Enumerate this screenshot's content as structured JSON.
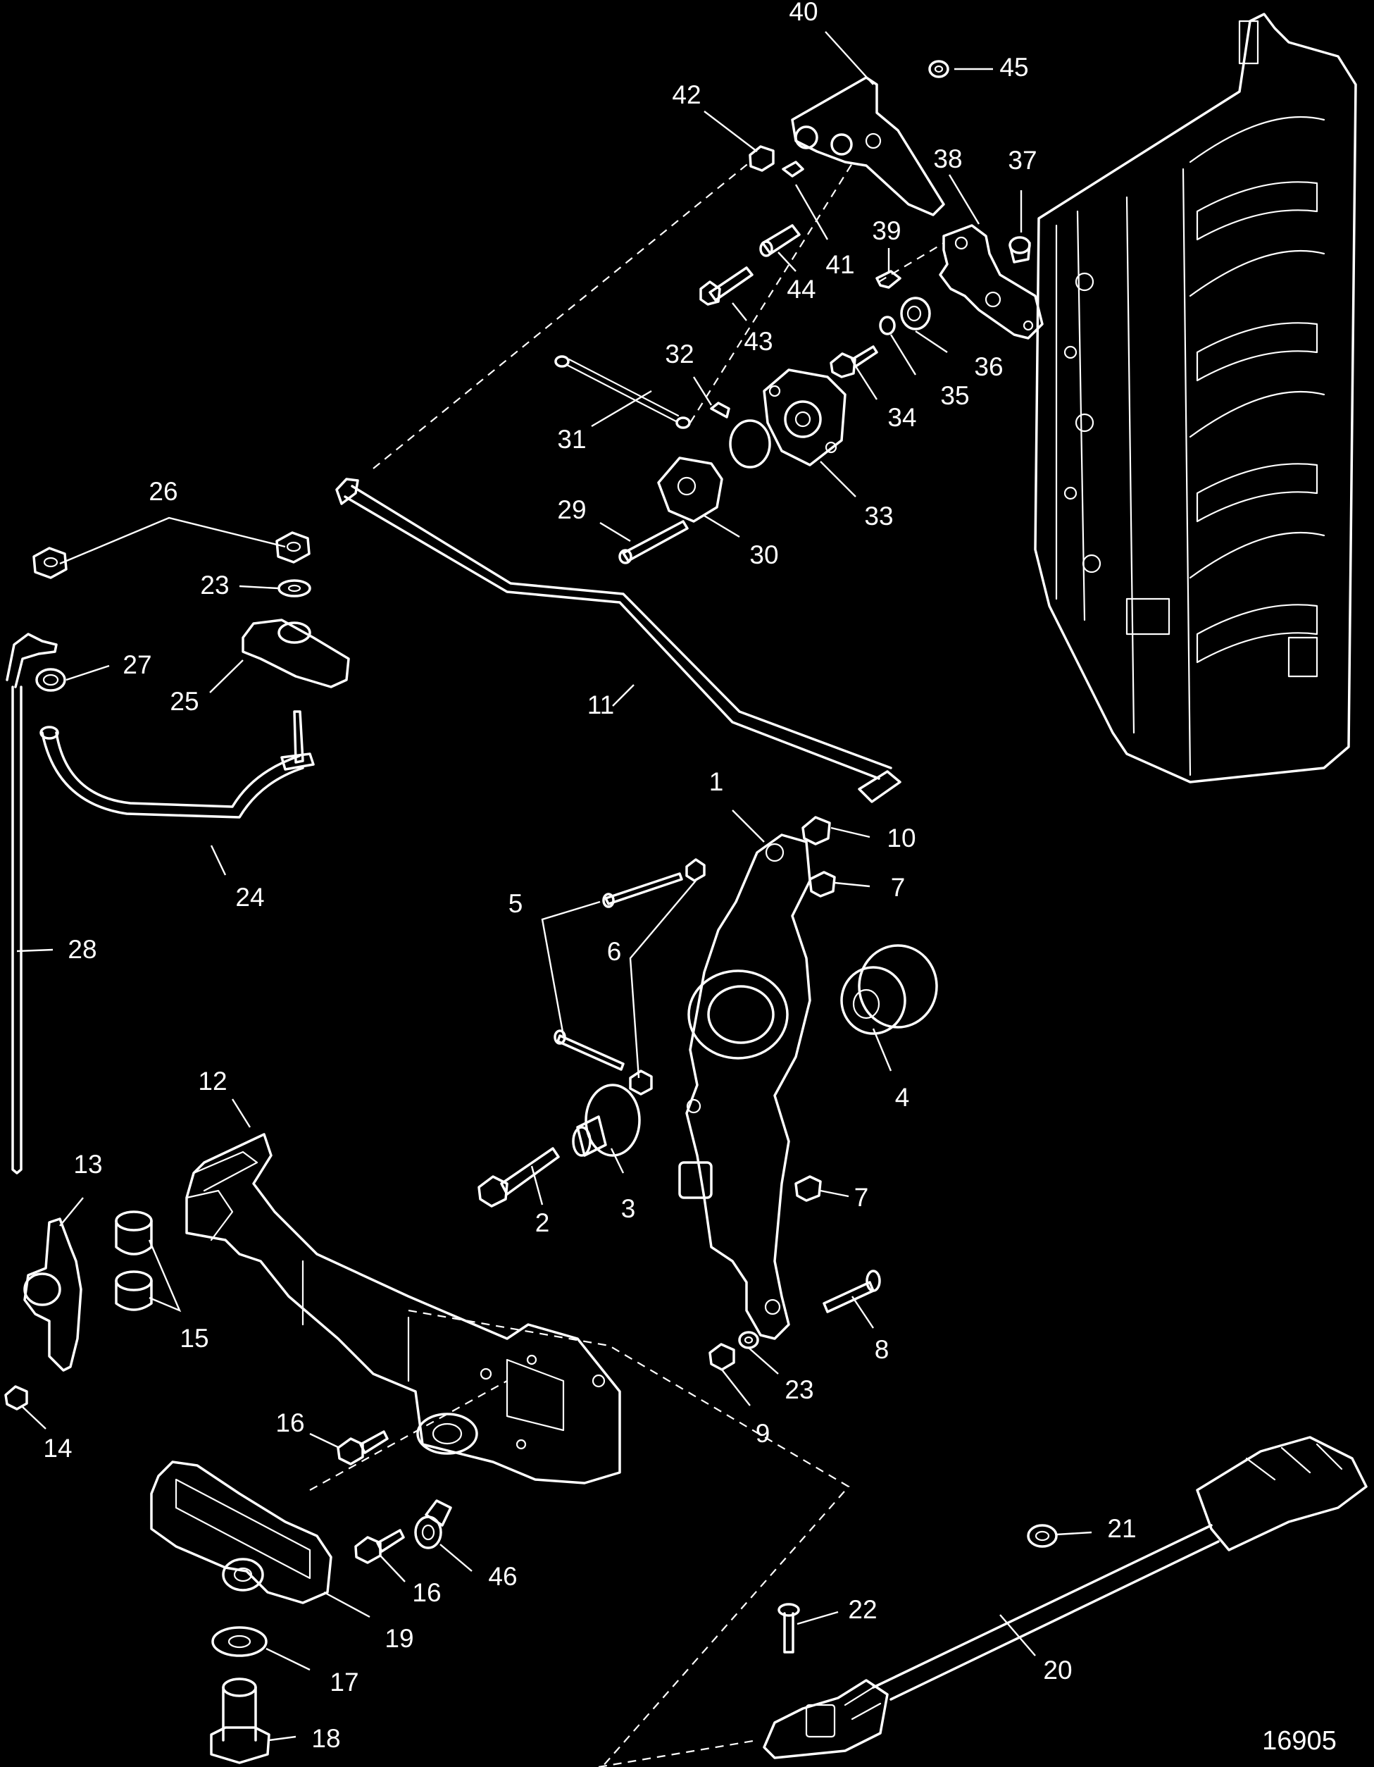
{
  "figure_number": "16905",
  "callouts": [
    {
      "id": "c1",
      "label": "1"
    },
    {
      "id": "c2",
      "label": "2"
    },
    {
      "id": "c3",
      "label": "3"
    },
    {
      "id": "c4",
      "label": "4"
    },
    {
      "id": "c5",
      "label": "5"
    },
    {
      "id": "c6",
      "label": "6"
    },
    {
      "id": "c7a",
      "label": "7"
    },
    {
      "id": "c7b",
      "label": "7"
    },
    {
      "id": "c8",
      "label": "8"
    },
    {
      "id": "c9",
      "label": "9"
    },
    {
      "id": "c10",
      "label": "10"
    },
    {
      "id": "c11",
      "label": "11"
    },
    {
      "id": "c12",
      "label": "12"
    },
    {
      "id": "c13",
      "label": "13"
    },
    {
      "id": "c14",
      "label": "14"
    },
    {
      "id": "c15",
      "label": "15"
    },
    {
      "id": "c16a",
      "label": "16"
    },
    {
      "id": "c16b",
      "label": "16"
    },
    {
      "id": "c17",
      "label": "17"
    },
    {
      "id": "c18",
      "label": "18"
    },
    {
      "id": "c19",
      "label": "19"
    },
    {
      "id": "c20",
      "label": "20"
    },
    {
      "id": "c21",
      "label": "21"
    },
    {
      "id": "c22",
      "label": "22"
    },
    {
      "id": "c23a",
      "label": "23"
    },
    {
      "id": "c23b",
      "label": "23"
    },
    {
      "id": "c24",
      "label": "24"
    },
    {
      "id": "c25",
      "label": "25"
    },
    {
      "id": "c26",
      "label": "26"
    },
    {
      "id": "c27",
      "label": "27"
    },
    {
      "id": "c28",
      "label": "28"
    },
    {
      "id": "c29",
      "label": "29"
    },
    {
      "id": "c30",
      "label": "30"
    },
    {
      "id": "c31",
      "label": "31"
    },
    {
      "id": "c32",
      "label": "32"
    },
    {
      "id": "c33",
      "label": "33"
    },
    {
      "id": "c34",
      "label": "34"
    },
    {
      "id": "c35",
      "label": "35"
    },
    {
      "id": "c36",
      "label": "36"
    },
    {
      "id": "c37",
      "label": "37"
    },
    {
      "id": "c38",
      "label": "38"
    },
    {
      "id": "c39",
      "label": "39"
    },
    {
      "id": "c40",
      "label": "40"
    },
    {
      "id": "c41",
      "label": "41"
    },
    {
      "id": "c42",
      "label": "42"
    },
    {
      "id": "c43",
      "label": "43"
    },
    {
      "id": "c44",
      "label": "44"
    },
    {
      "id": "c45",
      "label": "45"
    },
    {
      "id": "c46",
      "label": "46"
    }
  ]
}
